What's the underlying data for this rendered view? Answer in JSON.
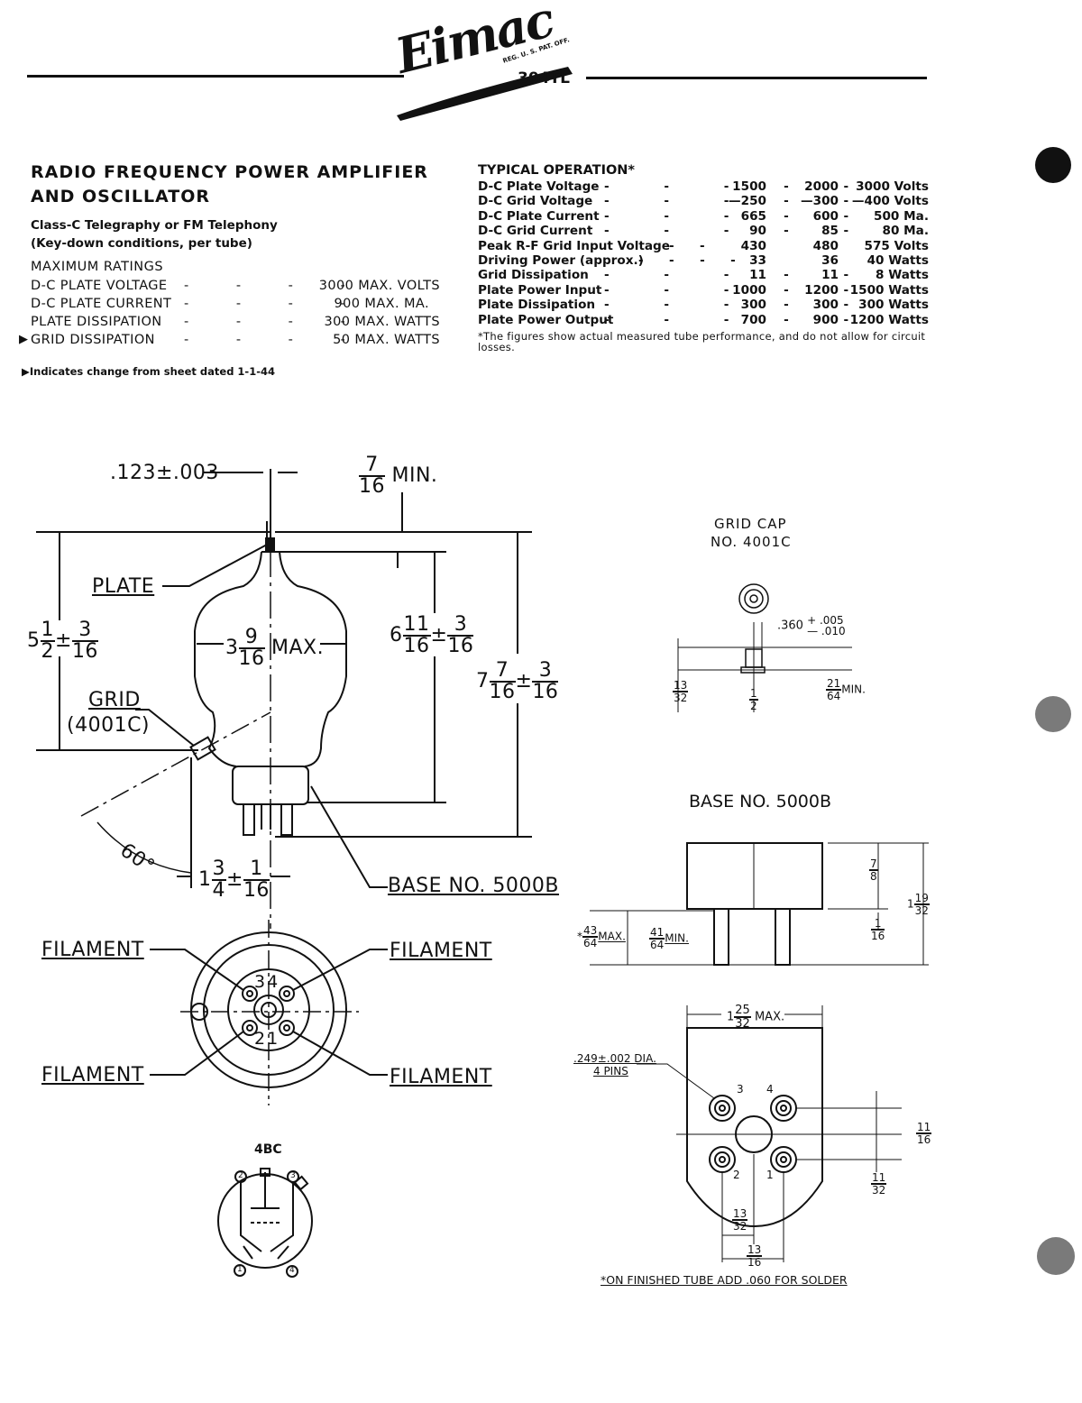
{
  "header": {
    "brand": "Eimac",
    "trademark": "REG. U. S. PAT. OFF.",
    "model": "304TL"
  },
  "title": {
    "line1": "RADIO FREQUENCY POWER AMPLIFIER",
    "line2": "AND  OSCILLATOR"
  },
  "service": {
    "line1": "Class-C Telegraphy or FM Telephony",
    "line2": "(Key-down conditions, per tube)"
  },
  "max_ratings": {
    "heading": "MAXIMUM RATINGS",
    "dots": "- - - -",
    "rows": [
      {
        "label": "D-C PLATE VOLTAGE",
        "value": "3000 MAX. VOLTS",
        "marker": ""
      },
      {
        "label": "D-C PLATE CURRENT",
        "value": "900 MAX. MA.",
        "marker": ""
      },
      {
        "label": "PLATE DISSIPATION",
        "value": "300 MAX. WATTS",
        "marker": ""
      },
      {
        "label": "GRID DISSIPATION",
        "value": "50 MAX. WATTS",
        "marker": "▶"
      }
    ]
  },
  "change_note": {
    "marker": "▶",
    "text": "Indicates change from sheet dated 1-1-44"
  },
  "typical_operation": {
    "heading": "TYPICAL OPERATION*",
    "dots": "- - - - -",
    "rows": [
      {
        "label": "D-C Plate Voltage",
        "v1": "1500",
        "v2": "2000",
        "v3": "3000 Volts"
      },
      {
        "label": "D-C Grid Voltage",
        "v1": "—250",
        "v2": "—300",
        "v3": "—400 Volts"
      },
      {
        "label": "D-C Plate Current",
        "v1": "665",
        "v2": "600",
        "v3": "500 Ma."
      },
      {
        "label": "D-C Grid Current",
        "v1": "90",
        "v2": "85",
        "v3": "80 Ma."
      },
      {
        "label": "Peak R-F Grid Input Voltage",
        "v1": "430",
        "v2": "480",
        "v3": "575 Volts"
      },
      {
        "label": "Driving Power (approx.)",
        "v1": "33",
        "v2": "36",
        "v3": "40 Watts"
      },
      {
        "label": "Grid Dissipation",
        "v1": "11",
        "v2": "11",
        "v3": "8 Watts"
      },
      {
        "label": "Plate Power Input",
        "v1": "1000",
        "v2": "1200",
        "v3": "1500 Watts"
      },
      {
        "label": "Plate Dissipation",
        "v1": "300",
        "v2": "300",
        "v3": "300 Watts"
      },
      {
        "label": "Plate Power Output",
        "v1": "700",
        "v2": "900",
        "v3": "1200 Watts"
      }
    ],
    "footnote": "*The figures show actual measured tube performance, and do not allow for circuit losses."
  },
  "drawing": {
    "lead_dia": ".123±.003",
    "cap_min_n": "7",
    "cap_min_d": "16",
    "cap_min_suffix": "MIN.",
    "plate": "PLATE",
    "grid": "GRID",
    "grid_cap_ref": "(4001C)",
    "dim_left_whole": "5",
    "dim_left_n": "1",
    "dim_left_d": "2",
    "dim_tol_n": "3",
    "dim_tol_d": "16",
    "dim_width_whole": "3",
    "dim_width_n": "9",
    "dim_width_d": "16",
    "dim_width_suffix": "MAX.",
    "dim_mid_whole": "6",
    "dim_mid_n": "11",
    "dim_mid_d": "16",
    "dim_total_whole": "7",
    "dim_total_n": "7",
    "dim_total_d": "16",
    "dim_offset_whole": "1",
    "dim_offset_n": "3",
    "dim_offset_d": "4",
    "dim_offset_tol_n": "1",
    "dim_offset_tol_d": "16",
    "angle": "60°",
    "base_label": "BASE NO. 5000B",
    "filament": "FILAMENT",
    "pin_nums_top": "34",
    "pin_nums_bottom": "21",
    "socket_code": "4BC",
    "socket_pins": [
      "1",
      "2",
      "3",
      "4"
    ]
  },
  "grid_cap": {
    "title1": "GRID CAP",
    "title2": "NO. 4001C",
    "dia": ".360",
    "tol_plus": "+ .005",
    "tol_minus": "— .010",
    "h_n": "13",
    "h_d": "32",
    "w_n": "1",
    "w_d": "2",
    "min_n": "21",
    "min_d": "64",
    "min_suffix": "MIN."
  },
  "base": {
    "title": "BASE NO. 5000B",
    "ht_n": "7",
    "ht_d": "8",
    "total_whole": "1",
    "total_n": "19",
    "total_d": "32",
    "pin_n": "43",
    "pin_d": "64",
    "pin_suffix": "MAX.",
    "pin_min_n": "41",
    "pin_min_d": "64",
    "pin_min_suffix": "MIN.",
    "small_n": "1",
    "small_d": "16",
    "dia_whole": "1",
    "dia_n": "25",
    "dia_d": "32",
    "dia_suffix": "MAX.",
    "pins_dia": ".249±.002 DIA.",
    "pins_count": "4 PINS",
    "pin_labels": [
      "3",
      "4",
      "2",
      "1"
    ],
    "v1_n": "11",
    "v1_d": "16",
    "v2_n": "11",
    "v2_d": "32",
    "h1_n": "13",
    "h1_d": "32",
    "h2_n": "13",
    "h2_d": "16",
    "footnote": "*ON FINISHED TUBE ADD .060 FOR SOLDER"
  }
}
